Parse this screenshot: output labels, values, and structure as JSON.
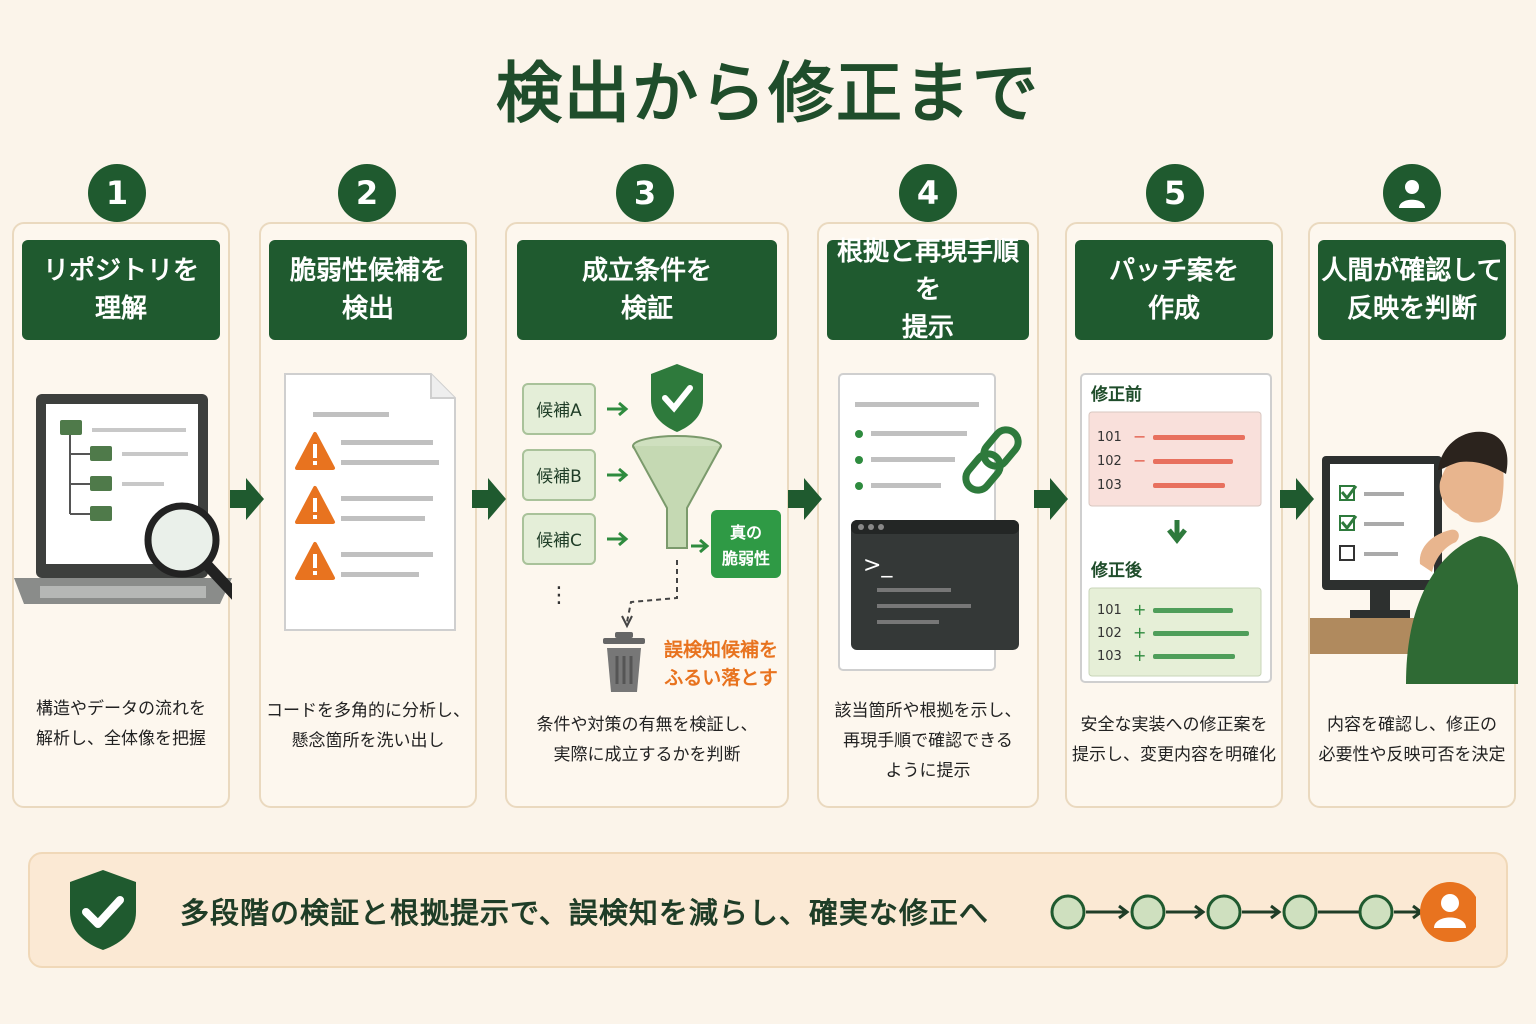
{
  "title": "検出から修正まで",
  "steps": [
    {
      "badge": "1",
      "title_lines": [
        "リポジトリを",
        "理解"
      ],
      "desc_lines": [
        "構造やデータの流れを",
        "解析し、全体像を把握"
      ]
    },
    {
      "badge": "2",
      "title_lines": [
        "脆弱性候補を",
        "検出"
      ],
      "desc_lines": [
        "コードを多角的に分析し、",
        "懸念箇所を洗い出し"
      ]
    },
    {
      "badge": "3",
      "title_lines": [
        "成立条件を",
        "検証"
      ],
      "desc_lines": [
        "条件や対策の有無を検証し、",
        "実際に成立するかを判断"
      ]
    },
    {
      "badge": "4",
      "title_lines": [
        "根拠と再現手順を",
        "提示"
      ],
      "desc_lines": [
        "該当箇所や根拠を示し、",
        "再現手順で確認できる",
        "ように提示"
      ]
    },
    {
      "badge": "5",
      "title_lines": [
        "パッチ案を",
        "作成"
      ],
      "desc_lines": [
        "安全な実装への修正案を",
        "提示し、変更内容を明確化"
      ]
    },
    {
      "badge": "user-icon",
      "title_lines": [
        "人間が確認して",
        "反映を判断"
      ],
      "desc_lines": [
        "内容を確認し、修正の",
        "必要性や反映可否を決定"
      ]
    }
  ],
  "step3": {
    "candidates": [
      "候補A",
      "候補B",
      "候補C"
    ],
    "ellipsis": "⋮",
    "true_vuln_lines": [
      "真の",
      "脆弱性"
    ],
    "false_positive_lines": [
      "誤検知候補を",
      "ふるい落とす"
    ]
  },
  "step4": {
    "prompt": ">_"
  },
  "step5": {
    "before_label": "修正前",
    "after_label": "修正後",
    "line_numbers": [
      "101",
      "102",
      "103"
    ],
    "minus": "−",
    "plus": "+"
  },
  "footer": {
    "text": "多段階の検証と根拠提示で、誤検知を減らし、確実な修正へ"
  },
  "colors": {
    "green_dark": "#1f5a2f",
    "green_light": "#e4eed8",
    "orange": "#e8731f",
    "background": "#fbf4ea",
    "red_light": "#f9e0db"
  }
}
